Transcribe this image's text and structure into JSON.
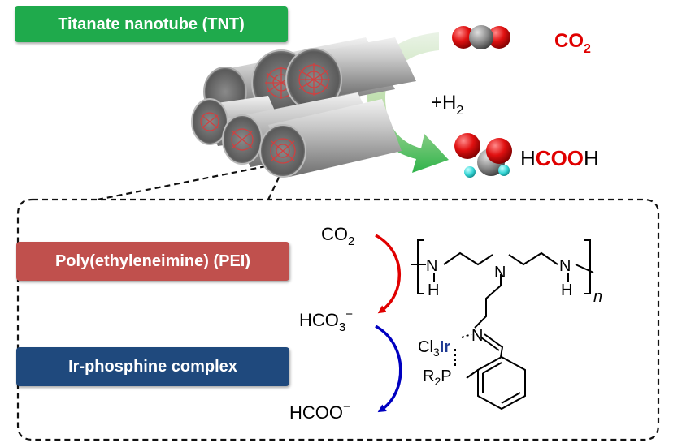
{
  "labels": {
    "tnt": "Titanate nanotube (TNT)",
    "pei": "Poly(ethyleneimine) (PEI)",
    "ir": "Ir-phosphine complex"
  },
  "top": {
    "co2_main": "CO",
    "co2_sub": "2",
    "h2_main": "+H",
    "h2_sub": "2",
    "hcooh_h1": "H",
    "hcooh_c": "C",
    "hcooh_oo": "OO",
    "hcooh_h2": "H"
  },
  "cycle": {
    "co2_main": "CO",
    "co2_sub": "2",
    "hco3_main": "HCO",
    "hco3_sub": "3",
    "hco3_sup": "−",
    "hcoo_main": "HCOO",
    "hcoo_sup": "−"
  },
  "polymer": {
    "n1": "N",
    "h1": "H",
    "n2": "N",
    "n3": "N",
    "h3": "H",
    "repeat": "n",
    "n_imine": "N",
    "cl": "Cl",
    "cl_sub": "3",
    "ir": "Ir",
    "r": "R",
    "r_sub": "2",
    "p": "P"
  },
  "colors": {
    "tnt": "#1faa4c",
    "pei": "#c0504d",
    "ir": "#1f497d",
    "co2_red": "#e00000",
    "arrow_red": "#e00000",
    "arrow_blue": "#0000c0",
    "ir_text": "#1f3a93"
  }
}
